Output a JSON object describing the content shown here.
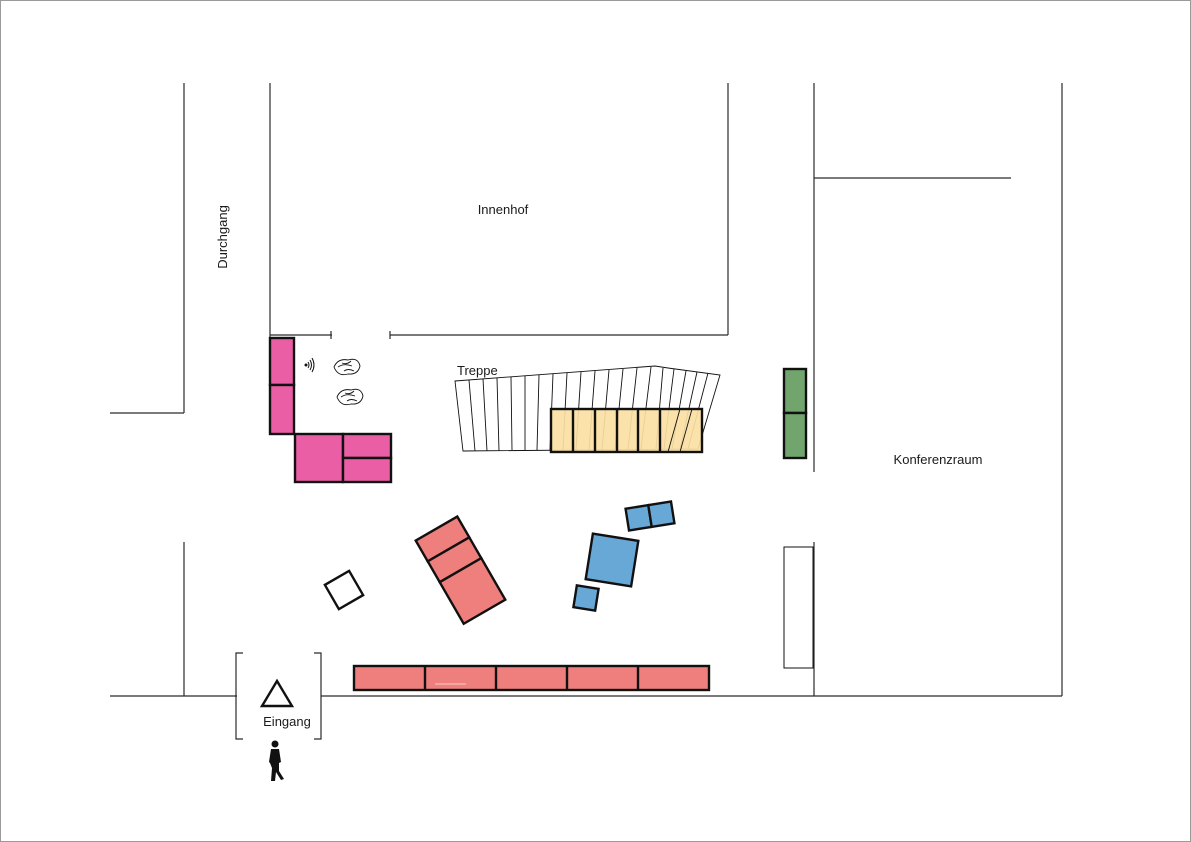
{
  "labels": {
    "durchgang": "Durchgang",
    "innenhof": "Innenhof",
    "treppe": "Treppe",
    "konferenzraum": "Konferenzraum",
    "eingang": "Eingang"
  },
  "colors": {
    "magenta": "#ea5ea6",
    "salmon": "#ee7f7d",
    "yellow": "#fbdea3",
    "blue": "#68a8d6",
    "green": "#72a56d",
    "outline": "#111111",
    "wall": "#2b2b2b"
  },
  "icons": {
    "entrance": "triangle-icon",
    "visitor": "person-icon",
    "audio": "wifi-icon",
    "plant": "plant-icon"
  }
}
